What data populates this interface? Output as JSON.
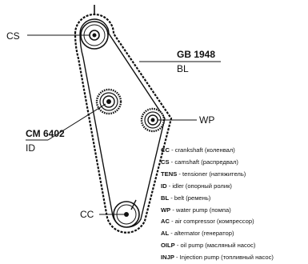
{
  "labels": {
    "cs": "CS",
    "cc": "CC",
    "wp": "WP",
    "belt_code": "GB 1948",
    "belt_type": "BL",
    "idler_code": "CM 6402",
    "idler_type": "ID"
  },
  "legend": [
    {
      "abbr": "CC",
      "text": "crankshaft (коленвал)"
    },
    {
      "abbr": "CS",
      "text": "camshaft (распредвал)"
    },
    {
      "abbr": "TENS",
      "text": "tensioner (натяжитель)"
    },
    {
      "abbr": "ID",
      "text": "idler (опорный ролик)"
    },
    {
      "abbr": "BL",
      "text": "belt (ремень)"
    },
    {
      "abbr": "WP",
      "text": "water pump (помпа)"
    },
    {
      "abbr": "AC",
      "text": "air compressor (компрессор)"
    },
    {
      "abbr": "AL",
      "text": "alternator (генератор)"
    },
    {
      "abbr": "OILP",
      "text": "oil pump (масляный насос)"
    },
    {
      "abbr": "INJP",
      "text": "Injection pump (топливный насос)"
    }
  ],
  "colors": {
    "ink": "#111111",
    "background": "#ffffff"
  }
}
